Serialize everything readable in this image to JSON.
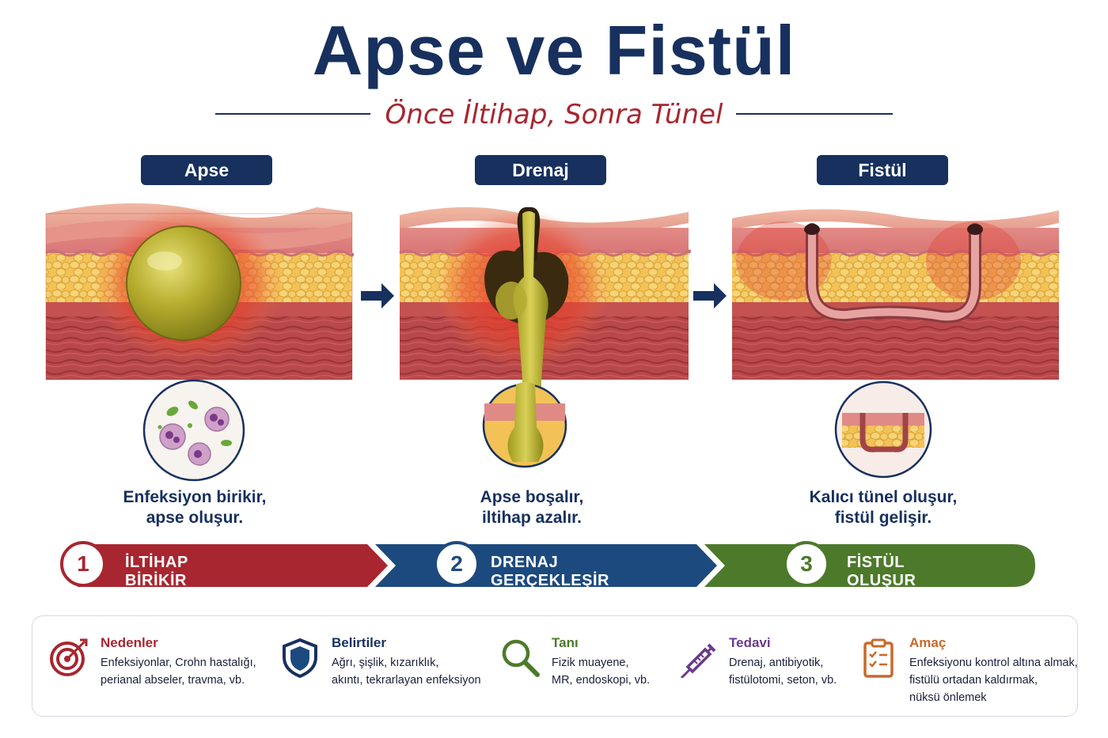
{
  "header": {
    "title": "Apse ve Fistül",
    "subtitle": "Önce İltihap, Sonra Tünel"
  },
  "stages": [
    {
      "label": "Apse",
      "caption_line1": "Enfeksiyon birikir,",
      "caption_line2": "apse oluşur."
    },
    {
      "label": "Drenaj",
      "caption_line1": "Apse boşalır,",
      "caption_line2": "iltihap azalır."
    },
    {
      "label": "Fistül",
      "caption_line1": "Kalıcı tünel oluşur,",
      "caption_line2": "fistül gelişir."
    }
  ],
  "steps": [
    {
      "number": "1",
      "label": "İLTİHAP BİRİKİR",
      "color": "#a8262f"
    },
    {
      "number": "2",
      "label": "DRENAJ GERÇEKLEŞİR",
      "color": "#1c4a7e"
    },
    {
      "number": "3",
      "label": "FİSTÜL OLUŞUR",
      "color": "#4d7a2a"
    }
  ],
  "info": [
    {
      "icon": "target-icon",
      "title": "Nedenler",
      "color": "#a8262f",
      "line1": "Enfeksiyonlar, Crohn hastalığı,",
      "line2": "perianal abseler, travma, vb.",
      "line3": ""
    },
    {
      "icon": "shield-icon",
      "title": "Belirtiler",
      "color": "#17305e",
      "line1": "Ağrı, şişlik, kızarıklık,",
      "line2": "akıntı, tekrarlayan enfeksiyon",
      "line3": ""
    },
    {
      "icon": "magnifier-icon",
      "title": "Tanı",
      "color": "#4d7a2a",
      "line1": "Fizik muayene,",
      "line2": "MR, endoskopi, vb.",
      "line3": ""
    },
    {
      "icon": "syringe-icon",
      "title": "Tedavi",
      "color": "#6b3a8a",
      "line1": "Drenaj, antibiyotik,",
      "line2": "fistülotomi, seton, vb.",
      "line3": ""
    },
    {
      "icon": "clipboard-icon",
      "title": "Amaç",
      "color": "#c8692a",
      "line1": "Enfeksiyonu kontrol altına almak,",
      "line2": "fistülü ortadan kaldırmak,",
      "line3": "nüksü önlemek"
    }
  ]
}
